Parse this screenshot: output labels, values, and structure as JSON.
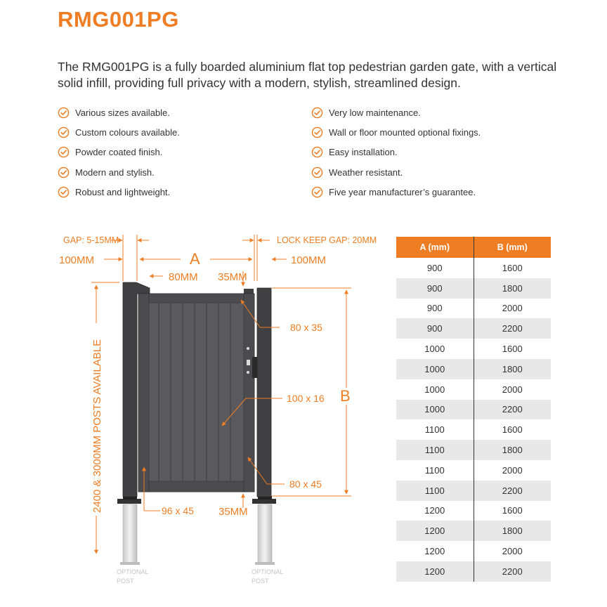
{
  "title": "RMG001PG",
  "intro": "The RMG001PG is a fully boarded aluminium flat top pedestrian garden gate, with a vertical solid infill, providing full privacy with a modern, stylish, streamlined design.",
  "features_left": [
    "Various sizes available.",
    "Custom colours available.",
    "Powder coated finish.",
    "Modern and stylish.",
    "Robust and lightweight."
  ],
  "features_right": [
    "Very low maintenance.",
    "Wall or floor mounted optional fixings.",
    "Easy installation.",
    "Weather resistant.",
    "Five year manufacturer’s guarantee."
  ],
  "drawing": {
    "gap_label": "GAP: 5-15MM",
    "lock_gap_label": "LOCK KEEP GAP: 20MM",
    "post_left_width": "100MM",
    "post_right_width": "100MM",
    "width_letter": "A",
    "frame_80": "80MM",
    "frame_35": "35MM",
    "top_rail": "80 x 35",
    "board": "100 x 16",
    "height_letter": "B",
    "bottom_rail": "80 x 45",
    "hinge_stile": "96 x 45",
    "bottom_35": "35MM",
    "posts_available": "2400 & 3000MM POSTS AVAILABLE",
    "optional_post_left": [
      "OPTIONAL",
      "POST"
    ],
    "optional_post_right": [
      "OPTIONAL",
      "POST"
    ]
  },
  "table": {
    "col_a": "A (mm)",
    "col_b": "B (mm)",
    "rows": [
      [
        "900",
        "1600"
      ],
      [
        "900",
        "1800"
      ],
      [
        "900",
        "2000"
      ],
      [
        "900",
        "2200"
      ],
      [
        "1000",
        "1600"
      ],
      [
        "1000",
        "1800"
      ],
      [
        "1000",
        "2000"
      ],
      [
        "1000",
        "2200"
      ],
      [
        "1100",
        "1600"
      ],
      [
        "1100",
        "1800"
      ],
      [
        "1100",
        "2000"
      ],
      [
        "1100",
        "2200"
      ],
      [
        "1200",
        "1600"
      ],
      [
        "1200",
        "1800"
      ],
      [
        "1200",
        "2000"
      ],
      [
        "1200",
        "2200"
      ]
    ]
  },
  "colors": {
    "accent": "#ee7d23",
    "gate": "#5a5a5e",
    "post": "#404043",
    "stripe": "#e8e8e8"
  }
}
